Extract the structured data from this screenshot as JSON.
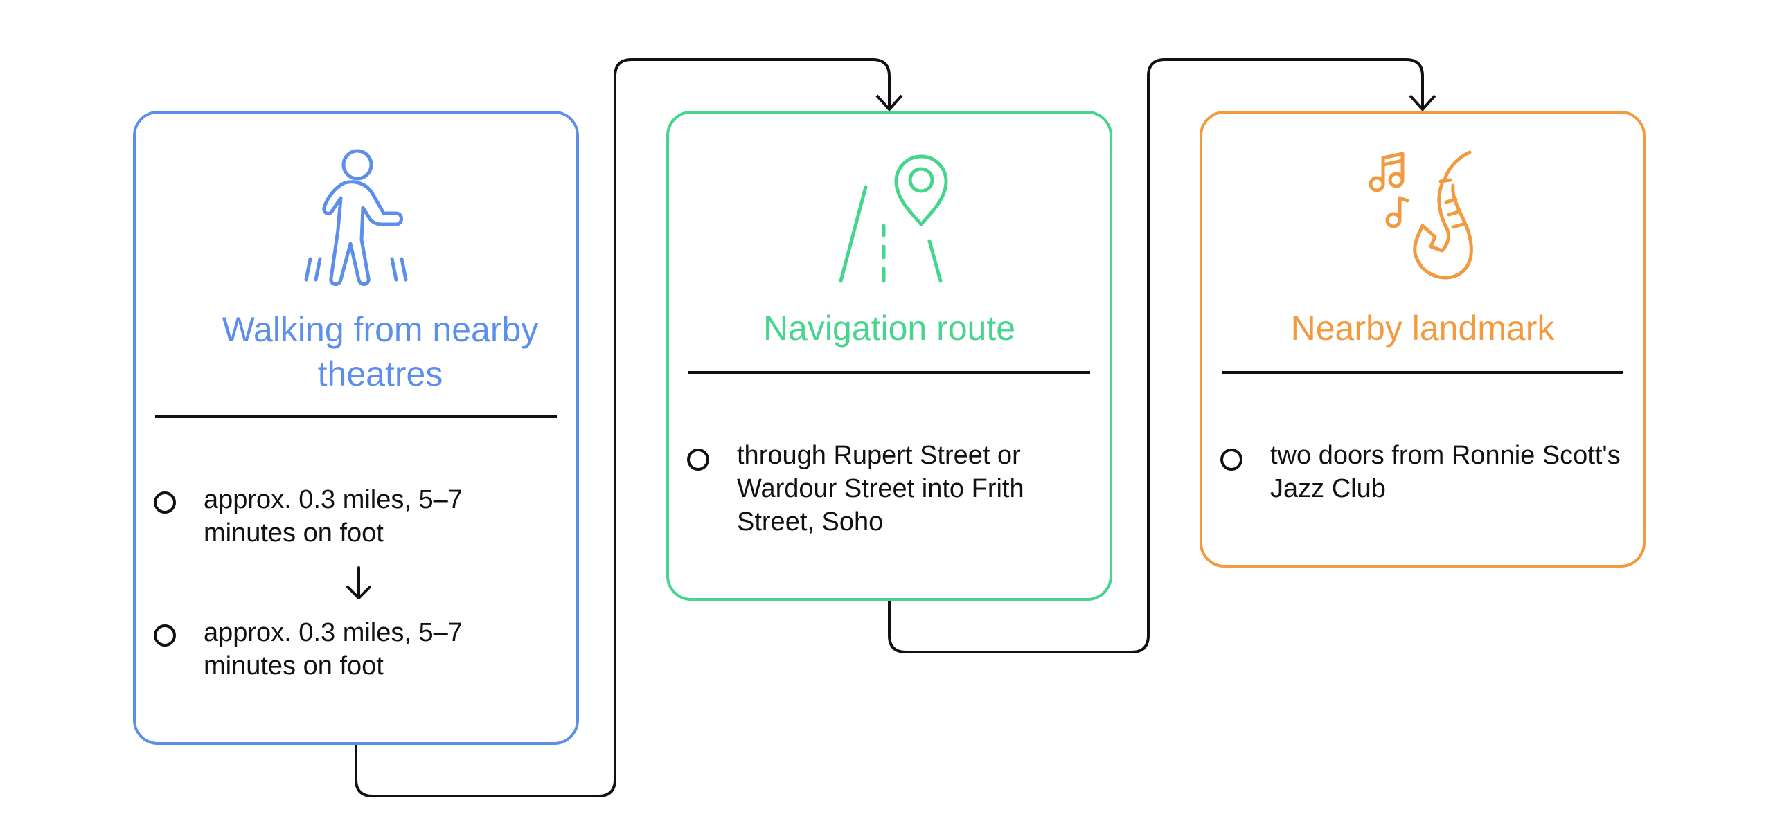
{
  "colors": {
    "walk": "#5B8FEA",
    "nav": "#45D58C",
    "landmark": "#F29A3F",
    "connector": "#111111",
    "text": "#111111"
  },
  "cards": {
    "walk": {
      "icon": "walking-person-crosswalk-icon",
      "title": "Walking from nearby theatres",
      "items": [
        "approx. 0.3 miles, 5–7 minutes on foot",
        "approx. 0.3 miles, 5–7 minutes on foot"
      ]
    },
    "nav": {
      "icon": "road-map-pin-icon",
      "title": "Navigation route",
      "items": [
        "through Rupert Street or Wardour Street into Frith Street, Soho"
      ]
    },
    "landmark": {
      "icon": "saxophone-music-notes-icon",
      "title": "Nearby landmark",
      "items": [
        "two doors from Ronnie Scott's Jazz Club"
      ]
    }
  }
}
